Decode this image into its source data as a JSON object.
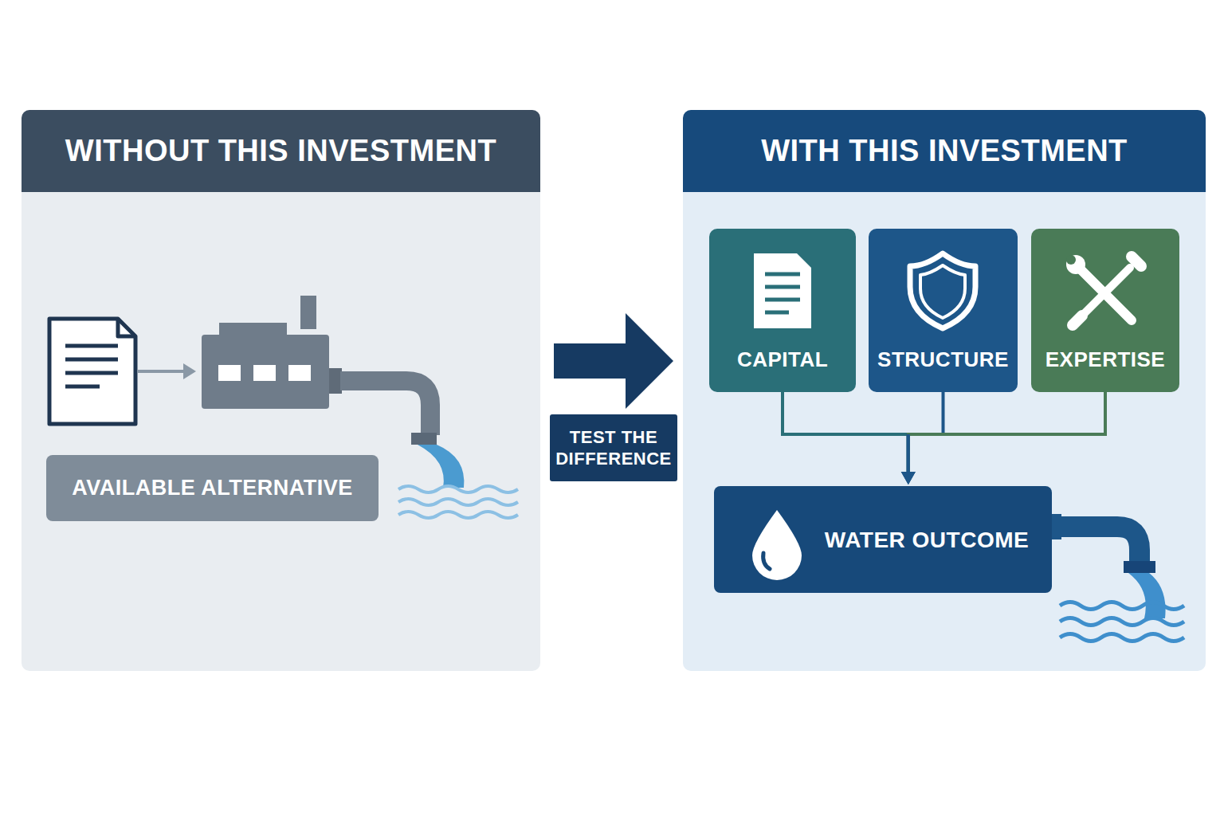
{
  "diagram": {
    "nodes": [
      {
        "text": [
          "WITHOUT THIS INVESTMENT"
        ]
      },
      {
        "text": [
          "AVAILABLE ALTERNATIVE"
        ],
        "in": 0
      },
      {
        "text": [
          "TEST THE DIFFERENCE"
        ]
      },
      {
        "text": [
          "WITH THIS INVESTMENT"
        ]
      },
      {
        "text": [
          "CAPITAL"
        ],
        "in": 3
      },
      {
        "text": [
          "STRUCTURE"
        ],
        "in": 3
      },
      {
        "text": [
          "EXPERTISE"
        ],
        "in": 3
      },
      {
        "text": [
          "WATER OUTCOME"
        ],
        "in": 3
      }
    ],
    "edges": [
      {
        "from": 0,
        "to": 3,
        "arrow": "to"
      },
      {
        "from": 4,
        "to": 7,
        "arrow": "to"
      },
      {
        "from": 5,
        "to": 7,
        "arrow": "to"
      },
      {
        "from": 6,
        "to": 7,
        "arrow": "to"
      }
    ]
  }
}
